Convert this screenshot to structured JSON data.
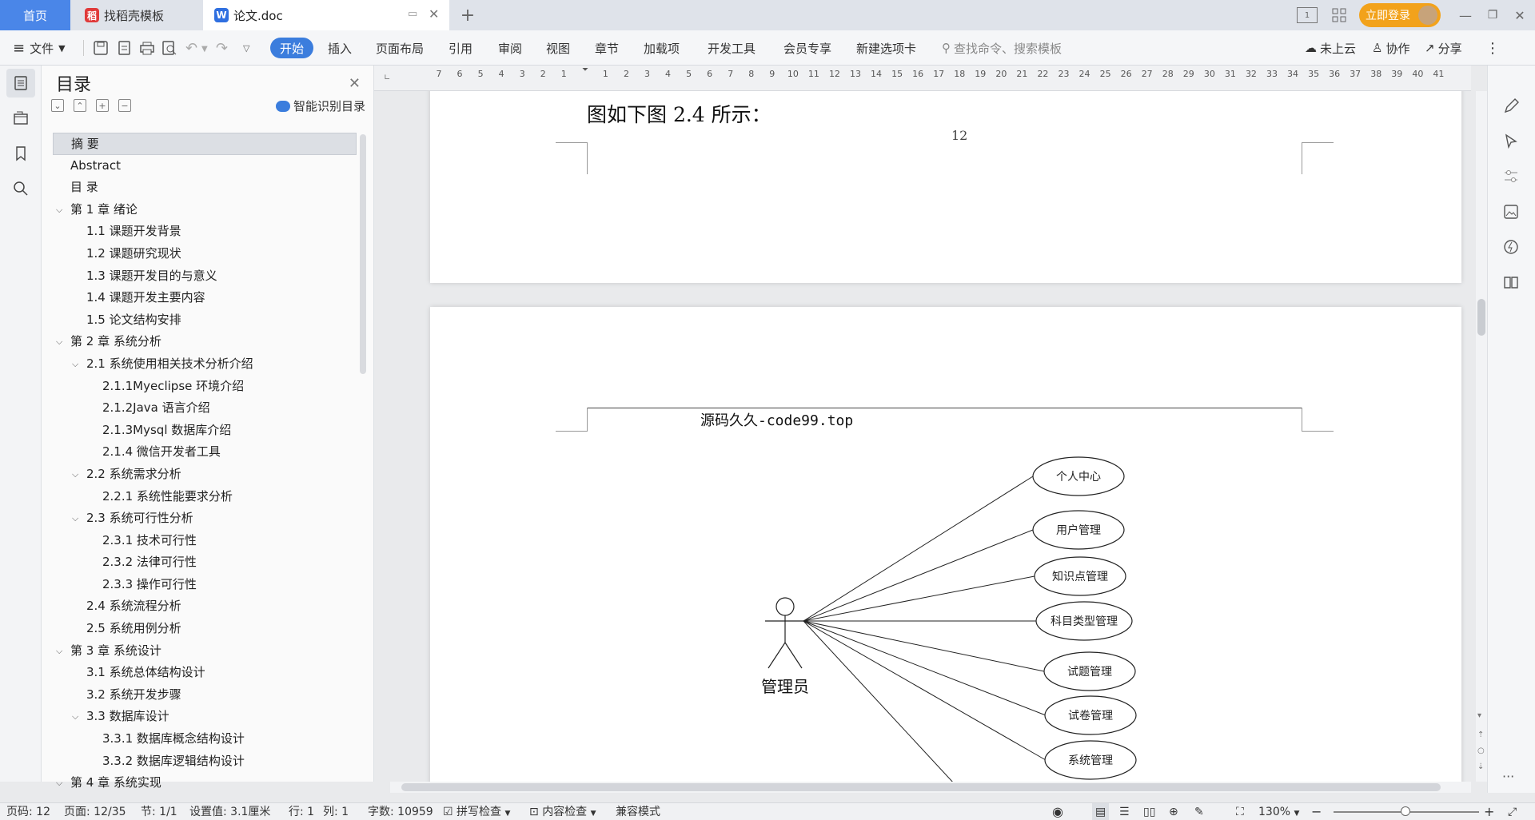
{
  "tabs": {
    "home": "首页",
    "template": "找稻壳模板",
    "document": "论文.doc",
    "login": "立即登录"
  },
  "ribbon": {
    "file": "文件",
    "menu": [
      "开始",
      "插入",
      "页面布局",
      "引用",
      "审阅",
      "视图",
      "章节",
      "加载项",
      "开发工具",
      "会员专享",
      "新建选项卡"
    ],
    "search_placeholder": "查找命令、搜索模板",
    "cloud": "未上云",
    "collab": "协作",
    "share": "分享"
  },
  "toc": {
    "title": "目录",
    "smart": "智能识别目录",
    "items": [
      {
        "text": "摘  要",
        "level": 0,
        "chev": false,
        "selected": true
      },
      {
        "text": "Abstract",
        "level": 0,
        "chev": false
      },
      {
        "text": "目  录",
        "level": 0,
        "chev": false
      },
      {
        "text": "第 1 章   绪论",
        "level": 0,
        "chev": true
      },
      {
        "text": "1.1 课题开发背景",
        "level": 1,
        "chev": false
      },
      {
        "text": "1.2 课题研究现状",
        "level": 1,
        "chev": false
      },
      {
        "text": "1.3 课题开发目的与意义",
        "level": 1,
        "chev": false
      },
      {
        "text": "1.4 课题开发主要内容",
        "level": 1,
        "chev": false
      },
      {
        "text": "1.5 论文结构安排",
        "level": 1,
        "chev": false
      },
      {
        "text": "第 2 章  系统分析",
        "level": 0,
        "chev": true
      },
      {
        "text": "2.1 系统使用相关技术分析介绍",
        "level": 1,
        "chev": true
      },
      {
        "text": "2.1.1Myeclipse 环境介绍",
        "level": 2,
        "chev": false
      },
      {
        "text": "2.1.2Java 语言介绍",
        "level": 2,
        "chev": false
      },
      {
        "text": " 2.1.3Mysql 数据库介绍",
        "level": 2,
        "chev": false
      },
      {
        "text": "2.1.4 微信开发者工具",
        "level": 2,
        "chev": false
      },
      {
        "text": "2.2 系统需求分析",
        "level": 1,
        "chev": true
      },
      {
        "text": "2.2.1 系统性能要求分析",
        "level": 2,
        "chev": false
      },
      {
        "text": "2.3 系统可行性分析",
        "level": 1,
        "chev": true
      },
      {
        "text": "2.3.1 技术可行性",
        "level": 2,
        "chev": false
      },
      {
        "text": "2.3.2 法律可行性",
        "level": 2,
        "chev": false
      },
      {
        "text": "2.3.3 操作可行性",
        "level": 2,
        "chev": false
      },
      {
        "text": "2.4 系统流程分析",
        "level": 1,
        "chev": false
      },
      {
        "text": "2.5 系统用例分析",
        "level": 1,
        "chev": false
      },
      {
        "text": "第 3 章  系统设计",
        "level": 0,
        "chev": true
      },
      {
        "text": "3.1 系统总体结构设计",
        "level": 1,
        "chev": false
      },
      {
        "text": "3.2 系统开发步骤",
        "level": 1,
        "chev": false
      },
      {
        "text": "3.3 数据库设计",
        "level": 1,
        "chev": true
      },
      {
        "text": "3.3.1 数据库概念结构设计",
        "level": 2,
        "chev": false
      },
      {
        "text": "3.3.2 数据库逻辑结构设计",
        "level": 2,
        "chev": false
      },
      {
        "text": "第 4 章  系统实现",
        "level": 0,
        "chev": true
      }
    ]
  },
  "ruler": [
    "7",
    "6",
    "5",
    "4",
    "3",
    "2",
    "1",
    "",
    "1",
    "2",
    "3",
    "4",
    "5",
    "6",
    "7",
    "8",
    "9",
    "10",
    "11",
    "12",
    "13",
    "14",
    "15",
    "16",
    "17",
    "18",
    "19",
    "20",
    "21",
    "22",
    "23",
    "24",
    "25",
    "26",
    "27",
    "28",
    "29",
    "30",
    "31",
    "32",
    "33",
    "34",
    "35",
    "36",
    "37",
    "38",
    "39",
    "40",
    "41"
  ],
  "document": {
    "caption": "图如下图 2.4 所示：",
    "page_number": "12",
    "header": "源码久久-code99.top",
    "actor": "管理员",
    "use_cases": [
      "个人中心",
      "用户管理",
      "知识点管理",
      "科目类型管理",
      "试题管理",
      "试卷管理",
      "系统管理"
    ]
  },
  "status": {
    "page_code": "页码: 12",
    "page": "页面: 12/35",
    "section": "节: 1/1",
    "setting": "设置值: 3.1厘米",
    "row": "行: 1",
    "col": "列: 1",
    "words": "字数: 10959",
    "spell": "拼写检查",
    "content_check": "内容检查",
    "compat": "兼容模式",
    "zoom": "130%"
  }
}
